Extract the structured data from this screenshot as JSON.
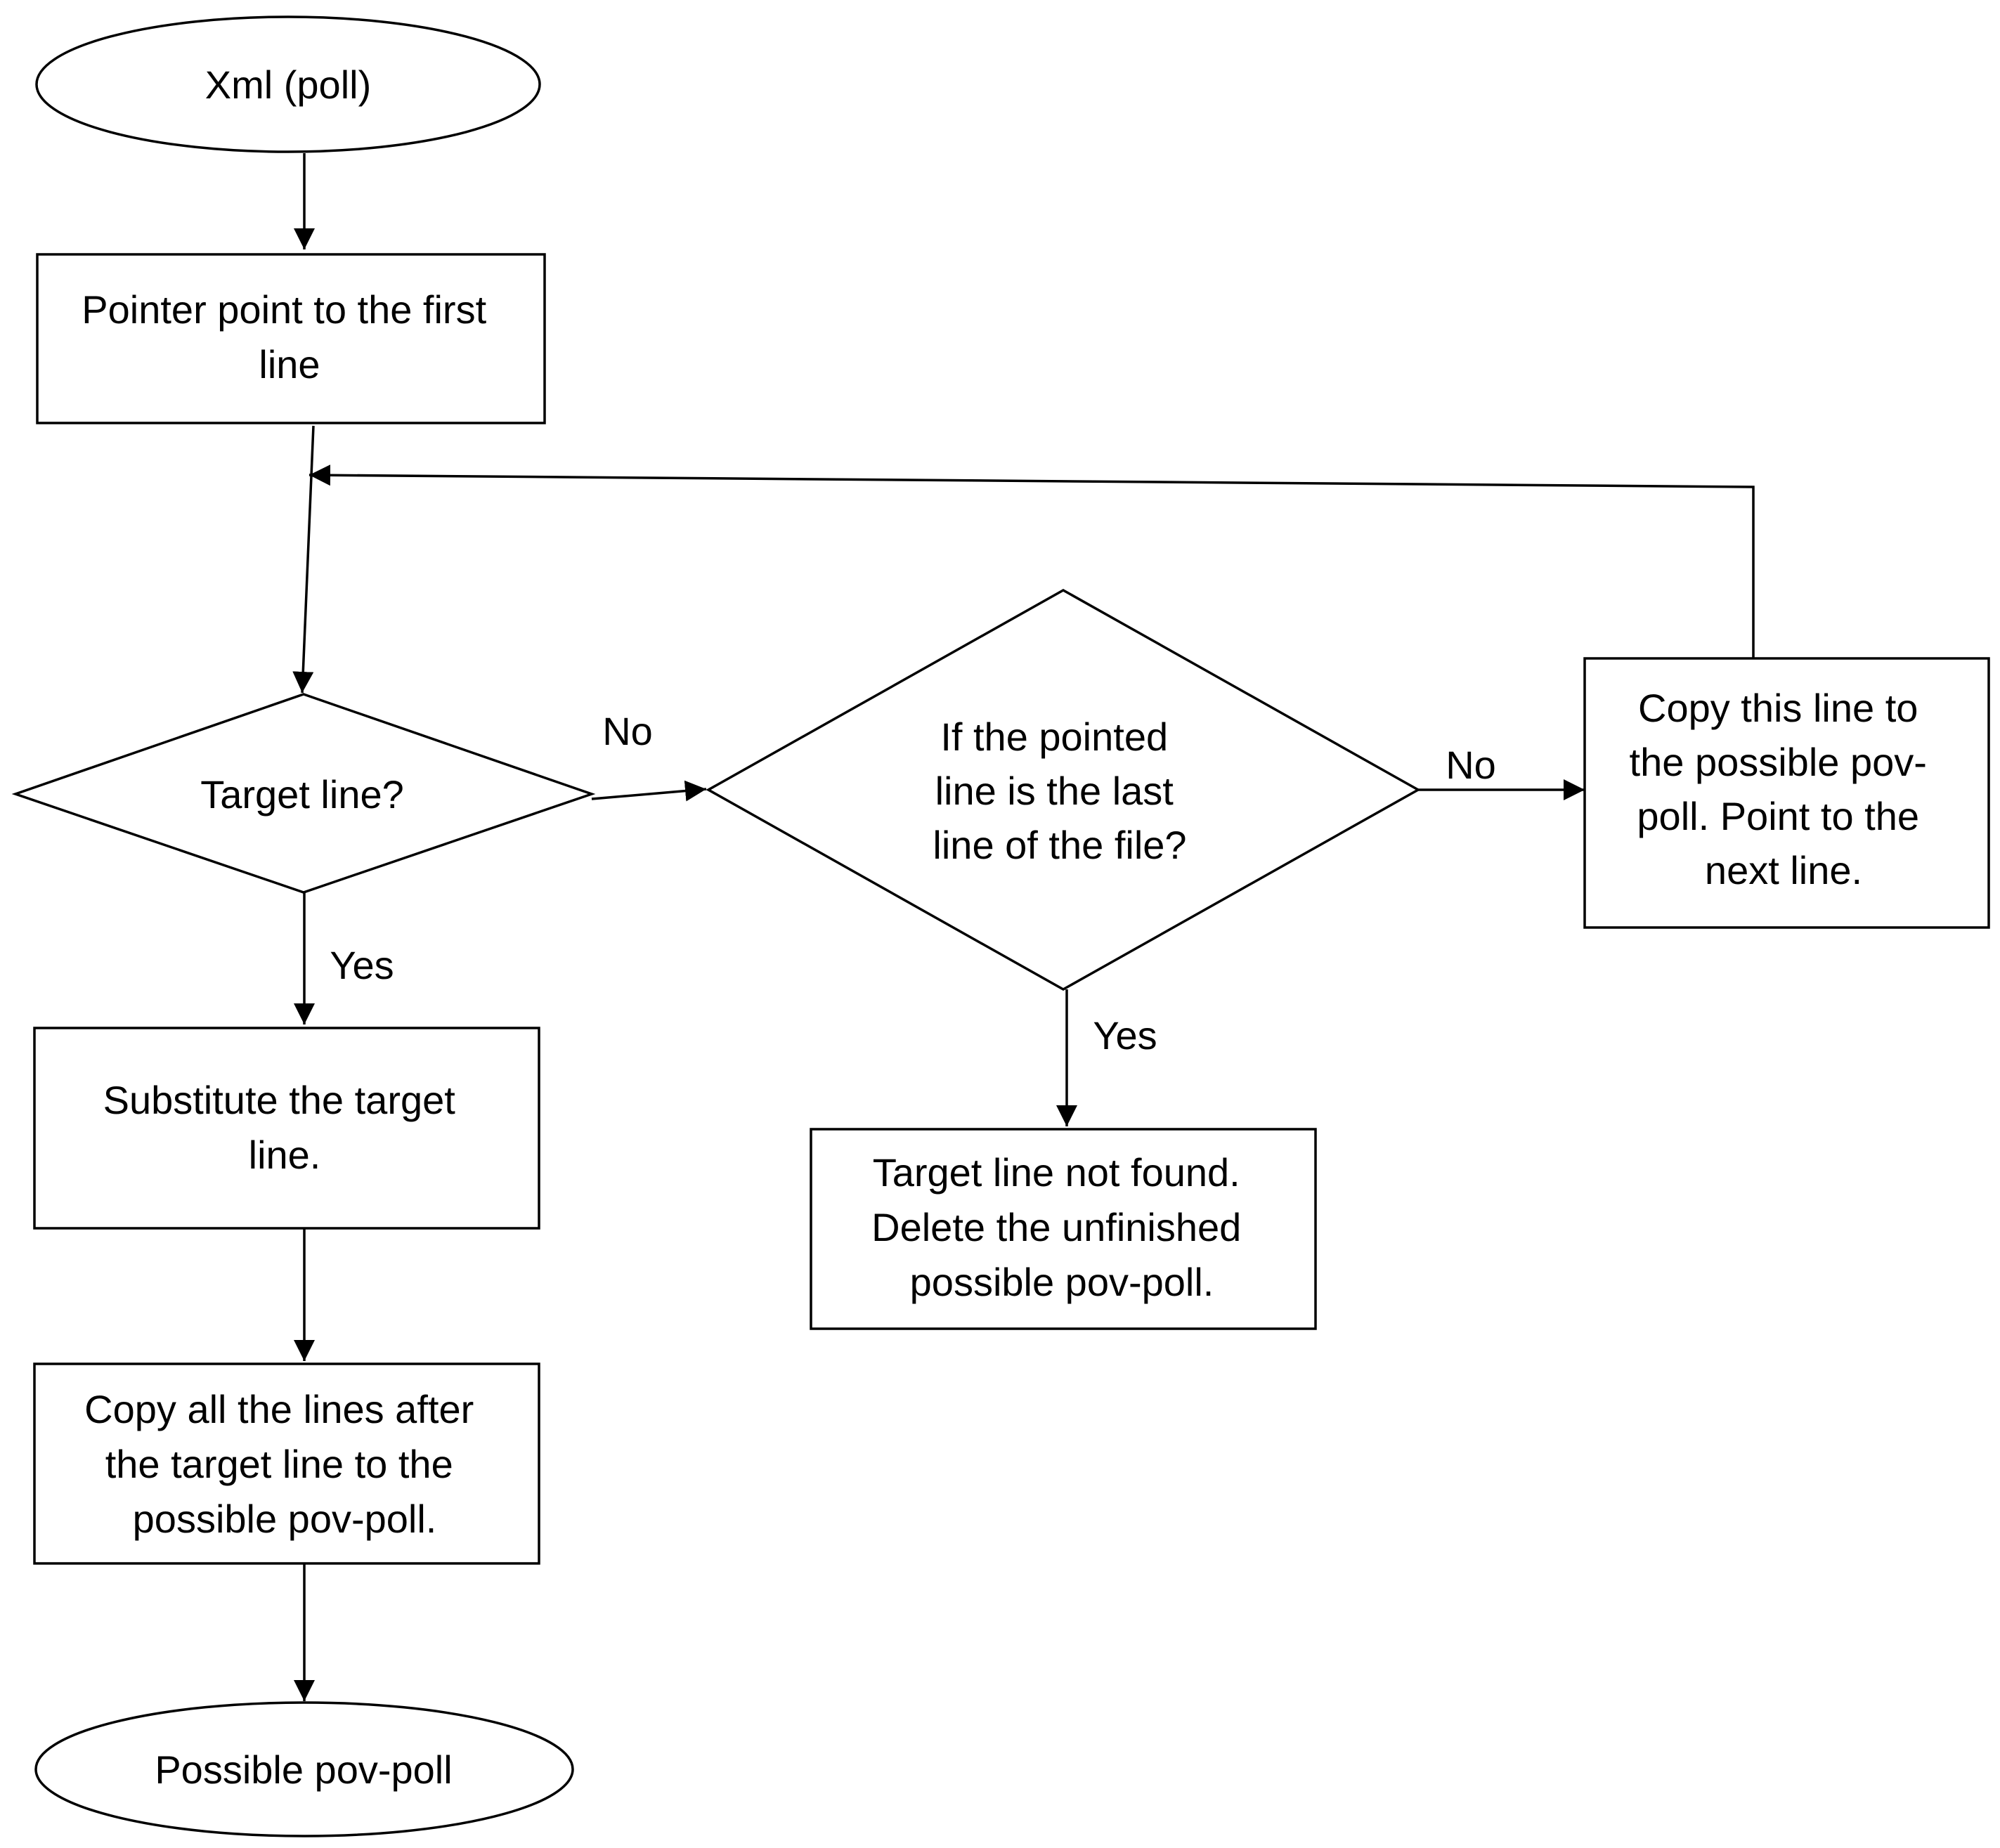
{
  "nodes": {
    "start": {
      "lines": [
        "Xml (poll)"
      ]
    },
    "pointer_first": {
      "lines": [
        "Pointer point to the first",
        "line"
      ]
    },
    "target_decision": {
      "lines": [
        "Target line?"
      ]
    },
    "last_line_decision": {
      "lines": [
        "If the pointed",
        "line is the last",
        "line of the file?"
      ]
    },
    "copy_line": {
      "lines": [
        "Copy this line to",
        "the possible pov-",
        "poll. Point to the",
        "next line."
      ]
    },
    "substitute": {
      "lines": [
        "Substitute the target",
        "line."
      ]
    },
    "not_found": {
      "lines": [
        "Target line not found.",
        "Delete the unfinished",
        "possible pov-poll."
      ]
    },
    "copy_after": {
      "lines": [
        "Copy all the lines after",
        "the target line to the",
        "possible pov-poll."
      ]
    },
    "end": {
      "lines": [
        "Possible pov-poll"
      ]
    }
  },
  "edge_labels": {
    "target_no": "No",
    "target_yes": "Yes",
    "last_no": "No",
    "last_yes": "Yes"
  }
}
